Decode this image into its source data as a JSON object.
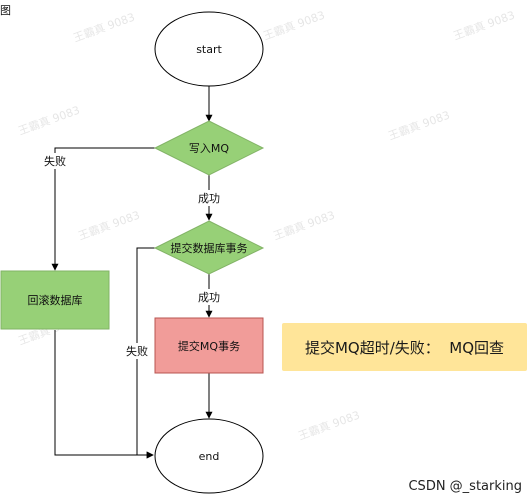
{
  "corner_text": "图",
  "nodes": {
    "start": "start",
    "write_mq": "写入MQ",
    "commit_tx": "提交数据库事务",
    "rollback": "回滚数据库",
    "commit_mq_tx": "提交MQ事务",
    "end": "end"
  },
  "edges": {
    "write_fail": "失败",
    "write_success": "成功",
    "commit_success": "成功",
    "commit_fail": "失败"
  },
  "note": "提交MQ超时/失败：  MQ回查",
  "watermark": "王霸真 9083",
  "credit": "CSDN @_starking",
  "colors": {
    "diamond_fill": "#97d077",
    "diamond_stroke": "#82b366",
    "rollback_fill": "#97d077",
    "commit_mq_fill": "#f19c99",
    "commit_mq_stroke": "#b85450",
    "note_fill": "#ffe599"
  }
}
